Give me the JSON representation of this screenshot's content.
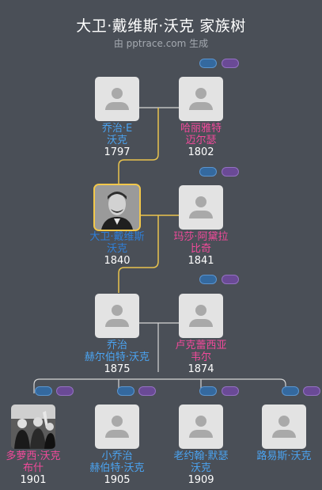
{
  "header": {
    "title": "大卫·戴维斯·沃克 家族树",
    "subtitle": "由 pptrace.com 生成"
  },
  "colors": {
    "background": "#4a4f57",
    "male": "#4ba3f0",
    "female": "#f04a9a",
    "highlight_line": "#e9c44e",
    "line": "#d6d6d6"
  },
  "people": {
    "george_e": {
      "name_line1": "乔治·E",
      "name_line2": "沃克",
      "year": "1797",
      "gender": "male"
    },
    "harriet": {
      "name_line1": "哈丽雅特",
      "name_line2": "迈尔瑟",
      "year": "1802",
      "gender": "female"
    },
    "david": {
      "name_line1": "大卫·戴维斯",
      "name_line2": "沃克",
      "year": "1840",
      "gender": "male",
      "photo": "portrait-icon"
    },
    "martha": {
      "name_line1": "玛莎·阿黛拉",
      "name_line2": "比奇",
      "year": "1841",
      "gender": "female"
    },
    "george_h": {
      "name_line1": "乔治",
      "name_line2": "赫尔伯特·沃克",
      "year": "1875",
      "gender": "male"
    },
    "lucretia": {
      "name_line1": "卢克蕾西亚",
      "name_line2": "韦尔",
      "year": "1874",
      "gender": "female"
    },
    "dorothy": {
      "name_line1": "多萝西·沃克",
      "name_line2": "布什",
      "year": "1901",
      "gender": "female",
      "photo": "group-photo-icon"
    },
    "george_jr": {
      "name_line1": "小乔治",
      "name_line2": "赫伯特·沃克",
      "year": "1905",
      "gender": "male"
    },
    "john": {
      "name_line1": "老约翰·默瑟",
      "name_line2": "沃克",
      "year": "1909",
      "gender": "male"
    },
    "louis": {
      "name_line1": "路易斯·沃克",
      "name_line2": "",
      "year": "",
      "gender": "male"
    }
  }
}
